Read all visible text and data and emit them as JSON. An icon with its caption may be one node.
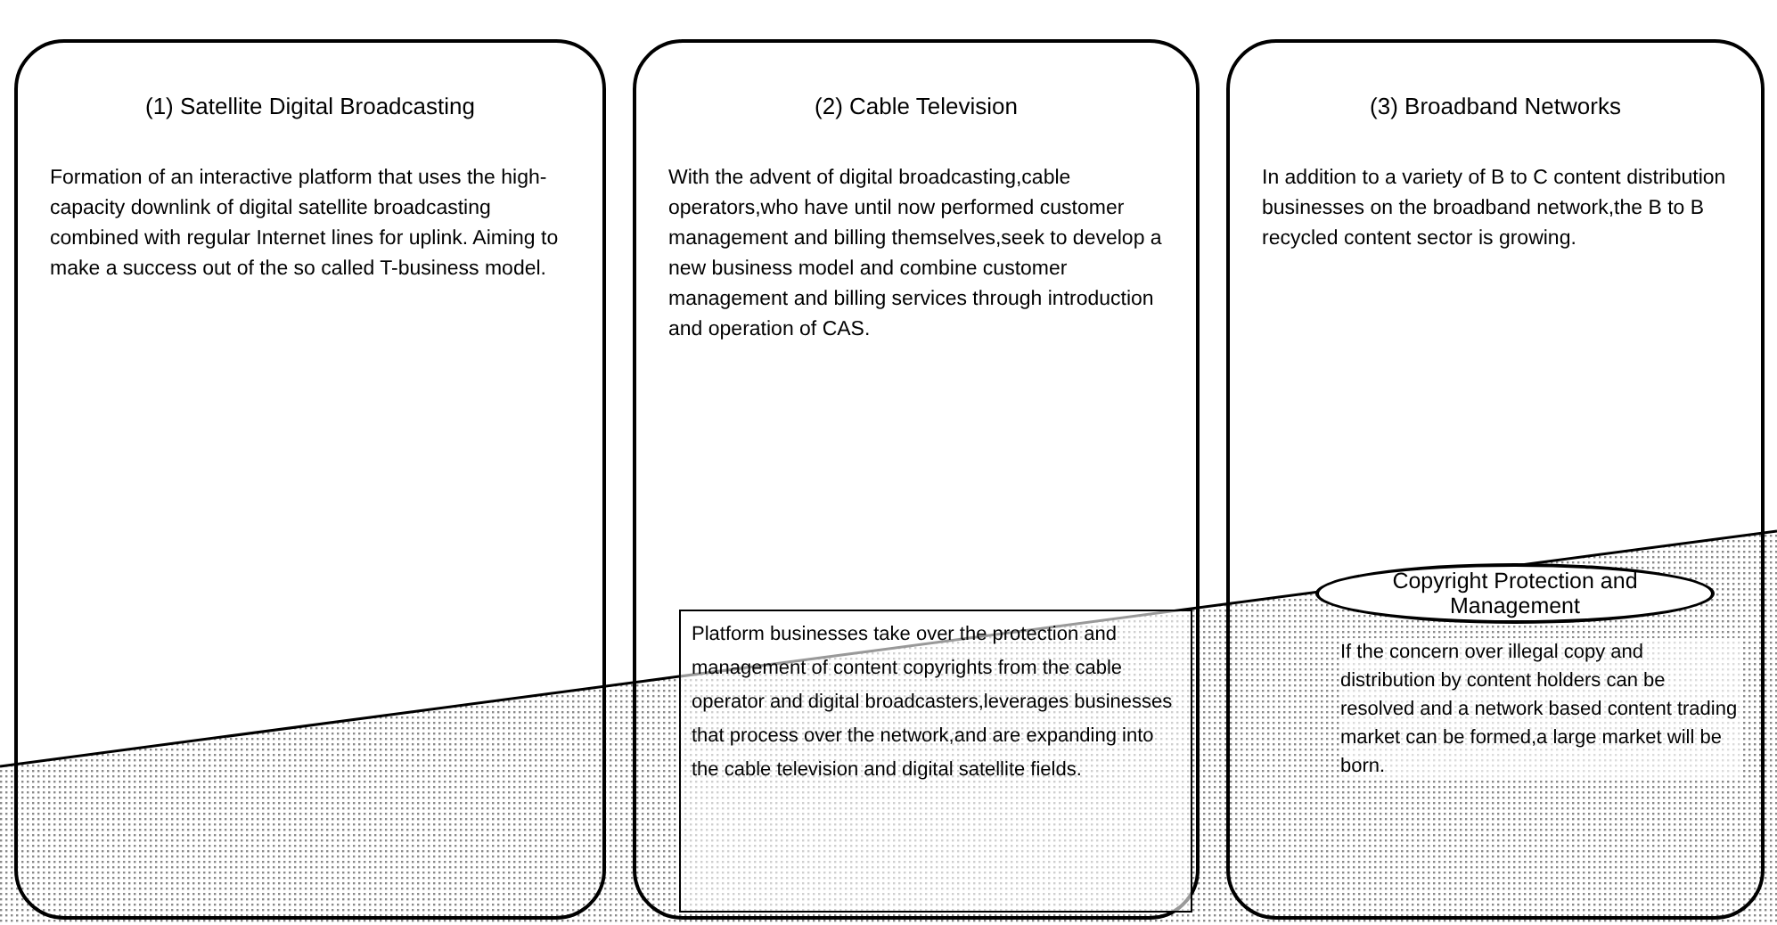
{
  "diagram": {
    "nodes": [
      {
        "text": [
          "(1) Satellite Digital Broadcasting",
          "Formation of an interactive platform that uses the high-capacity downlink of digital satellite broadcasting combined with regular Internet lines for uplink. Aiming to make a success out of the so called T-business model."
        ]
      },
      {
        "text": [
          "(2) Cable Television",
          "With the advent of digital broadcasting,cable operators,who have until now performed customer management and billing themselves,seek to develop a new business model and combine customer management and billing services through introduction and operation of CAS."
        ]
      },
      {
        "text": [
          "Platform businesses take over the protection and management of content copyrights from the cable operator and digital broadcasters,leverages businesses that process over the network,and are expanding into the cable television and digital satellite fields."
        ],
        "in": 1
      },
      {
        "text": [
          "(3) Broadband Networks",
          "In addition to a variety of B to C content distribution businesses on the broadband network,the B to B recycled content sector is growing.",
          "If the concern over illegal copy and distribution by content holders can be resolved and a network based content trading market can be formed,a large market will be born."
        ]
      },
      {
        "text": [
          "Copyright Protection and Management"
        ],
        "in": 3
      }
    ],
    "edges": []
  }
}
